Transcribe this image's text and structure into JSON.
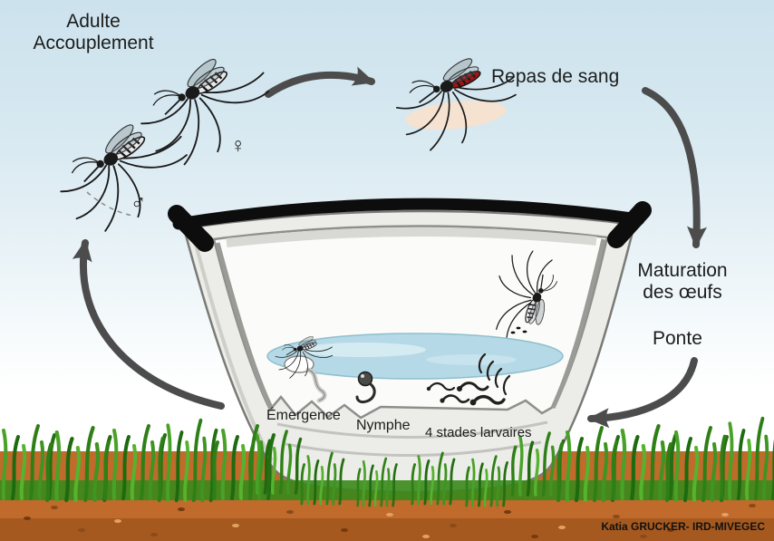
{
  "cycle": {
    "adult": {
      "line1": "Adulte",
      "line2": "Accouplement"
    },
    "blood_meal": "Repas de sang",
    "maturation": {
      "line1": "Maturation",
      "line2": "des œufs"
    },
    "ponte": "Ponte",
    "emergence": "Émergence",
    "nymph": "Nymphe",
    "larval_stages": "4 stades larvaires"
  },
  "symbols": {
    "female": "♀",
    "male": "♂"
  },
  "credit": "Katia GRUCKER- IRD-MIVEGEC",
  "colors": {
    "sky": "#cce2ed",
    "water": "#b5d9e6",
    "soil": "#c06a2c",
    "grass": "#3f9422",
    "arrow": "#4c4c4c",
    "blood": "#a31313",
    "skin": "#f6e2d0",
    "bucket_rim": "#0d0d0d"
  }
}
